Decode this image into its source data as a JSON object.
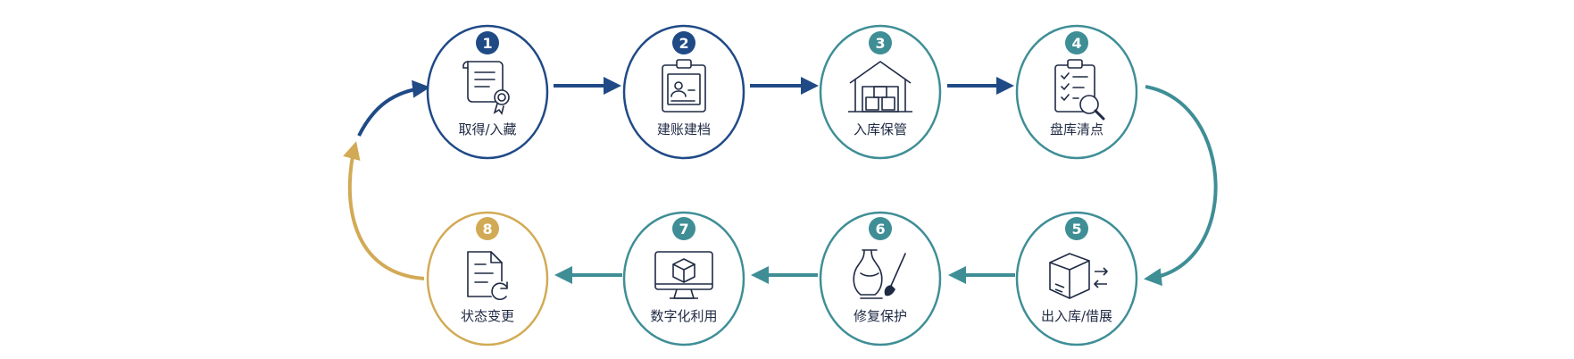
{
  "colors": {
    "navy": "#1F4A86",
    "teal": "#3F8E96",
    "gold": "#D2AA55",
    "text": "#1F2A44"
  },
  "steps": [
    {
      "number": "1",
      "label": "取得/入藏",
      "icon": "certificate-icon",
      "color": "navy"
    },
    {
      "number": "2",
      "label": "建账建档",
      "icon": "clipboard-profile-icon",
      "color": "navy"
    },
    {
      "number": "3",
      "label": "入库保管",
      "icon": "warehouse-icon",
      "color": "teal"
    },
    {
      "number": "4",
      "label": "盘库清点",
      "icon": "checklist-search-icon",
      "color": "teal"
    },
    {
      "number": "5",
      "label": "出入库/借展",
      "icon": "box-transfer-icon",
      "color": "teal"
    },
    {
      "number": "6",
      "label": "修复保护",
      "icon": "vase-brush-icon",
      "color": "teal"
    },
    {
      "number": "7",
      "label": "数字化利用",
      "icon": "monitor-cube-icon",
      "color": "teal"
    },
    {
      "number": "8",
      "label": "状态变更",
      "icon": "document-refresh-icon",
      "color": "gold"
    }
  ]
}
